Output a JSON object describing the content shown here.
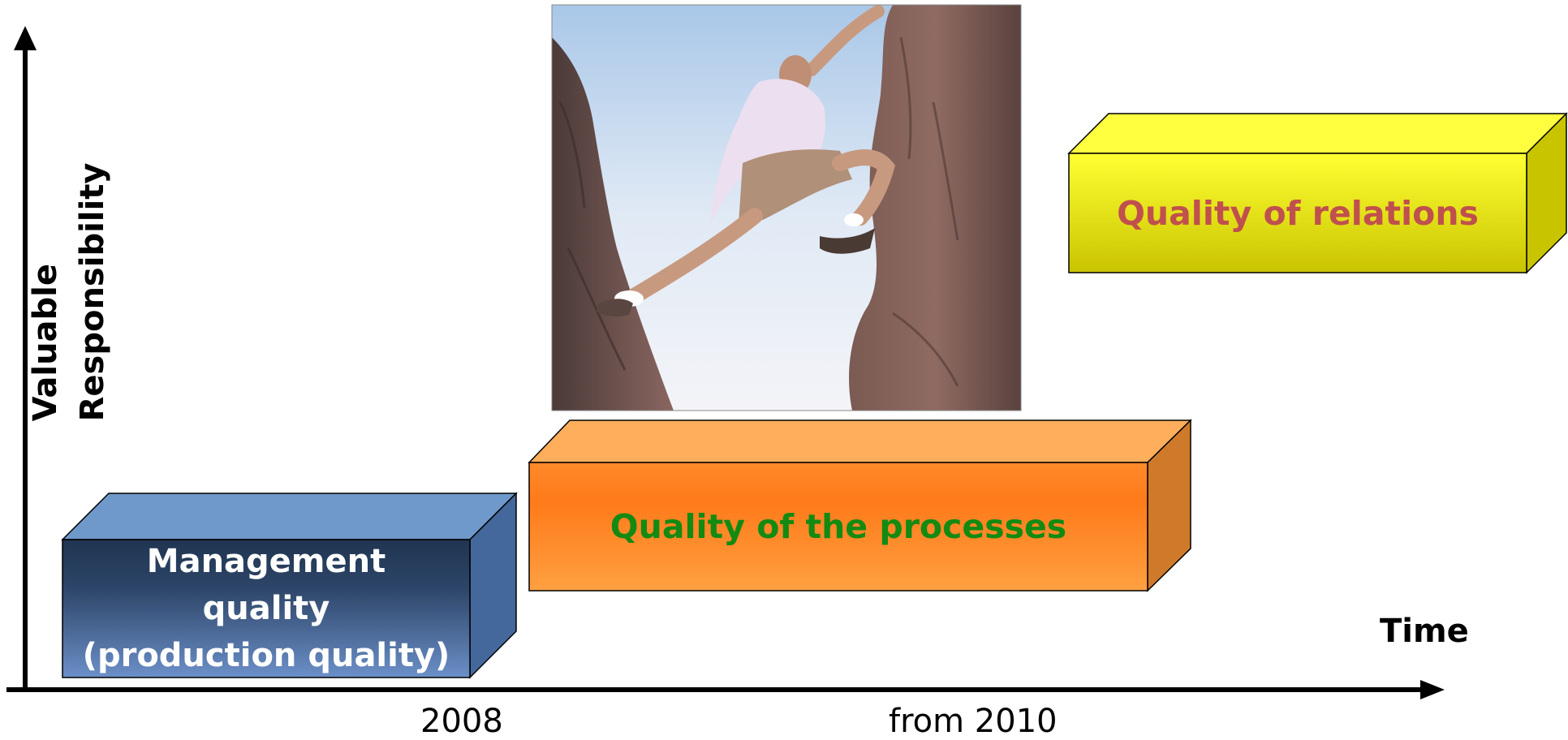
{
  "axes": {
    "y_label_lines": [
      "Valuable",
      "Responsibility"
    ],
    "x_label": "Time",
    "x_ticks": [
      "2008",
      "from 2010"
    ]
  },
  "blocks": [
    {
      "id": "management",
      "label_lines": [
        "Management",
        "quality",
        "(production quality)"
      ],
      "text_color": "#ffffff",
      "front_color_top": "#1f3550",
      "front_color_bottom": "#6b8fc8",
      "top_color": "#7099cb",
      "side_color": "#44689c"
    },
    {
      "id": "processes",
      "label": "Quality of the processes",
      "text_color": "#138a12",
      "front_color_top": "#ff7a1a",
      "front_color_bottom": "#ffa040",
      "top_color": "#ffae5c",
      "side_color": "#cf7a2a"
    },
    {
      "id": "relations",
      "label": "Quality of relations",
      "text_color": "#c0504d",
      "front_color_top": "#ffff33",
      "front_color_bottom": "#c9c400",
      "top_color": "#ffff40",
      "side_color": "#c8c400"
    }
  ],
  "photo": {
    "subject": "rock-climber-between-cliffs"
  }
}
